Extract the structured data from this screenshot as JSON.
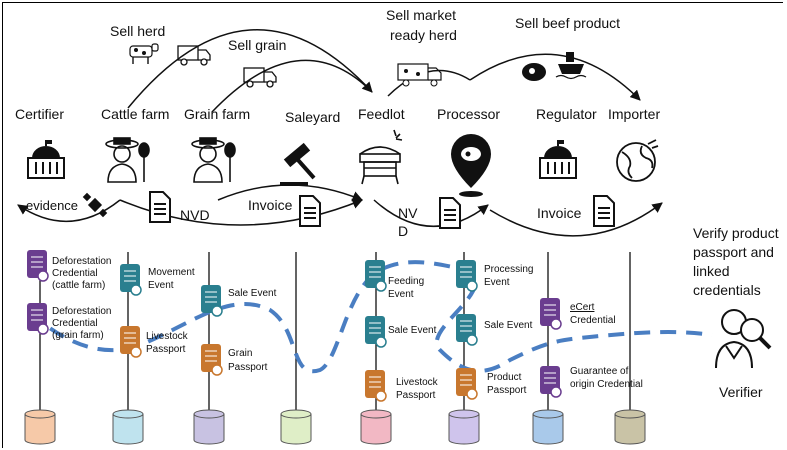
{
  "flows_top": {
    "sell_herd": "Sell herd",
    "sell_grain": "Sell grain",
    "sell_market_line1": "Sell market",
    "sell_market_line2": "ready herd",
    "sell_beef": "Sell beef product"
  },
  "actors": [
    "Certifier",
    "Cattle farm",
    "Grain farm",
    "Saleyard",
    "Feedlot",
    "Processor",
    "Regulator",
    "Importer"
  ],
  "docs_mid": {
    "evidence": "evidence",
    "nvd1": "NVD",
    "invoice1": "Invoice",
    "nvd2_line1": "NV",
    "nvd2_line2": "D",
    "invoice2": "Invoice"
  },
  "credentials": {
    "certifier_1_line1": "Deforestation",
    "certifier_1_line2": "Credential",
    "certifier_1_line3": "(cattle farm)",
    "certifier_2_line1": "Deforestation",
    "certifier_2_line2": "Credential",
    "certifier_2_line3": "(grain farm)",
    "farm_1_line1": "Movement",
    "farm_1_line2": "Event",
    "farm_2_line1": "Livestock",
    "farm_2_line2": "Passport",
    "grain_1": "Sale Event",
    "grain_2_line1": "Grain",
    "grain_2_line2": "Passport",
    "feedlot_1_line1": "Feeding",
    "feedlot_1_line2": "Event",
    "feedlot_2": "Sale Event",
    "feedlot_3_line1": "Livestock",
    "feedlot_3_line2": "Passport",
    "proc_1_line1": "Processing",
    "proc_1_line2": "Event",
    "proc_2": "Sale Event",
    "proc_3_line1": "Product",
    "proc_3_line2": "Passport",
    "reg_1_line1": "eCert",
    "reg_1_line2": "Credential",
    "reg_2_line1": "Guarantee of",
    "reg_2_line2": "origin Credential"
  },
  "verifier": {
    "caption_line1": "Verify product",
    "caption_line2": "passport and",
    "caption_line3": "linked",
    "caption_line4": "credentials",
    "label": "Verifier"
  },
  "colors": {
    "purple": "#6a3d8f",
    "teal": "#2a7f8f",
    "orange": "#c8772e",
    "dashed": "#4a7ec2",
    "db": [
      "#f6c9a8",
      "#bfe3ee",
      "#c8c2e2",
      "#dfeec7",
      "#f2b8c4",
      "#cfc4ec",
      "#a9c9ea",
      "#c9c3a6"
    ]
  }
}
